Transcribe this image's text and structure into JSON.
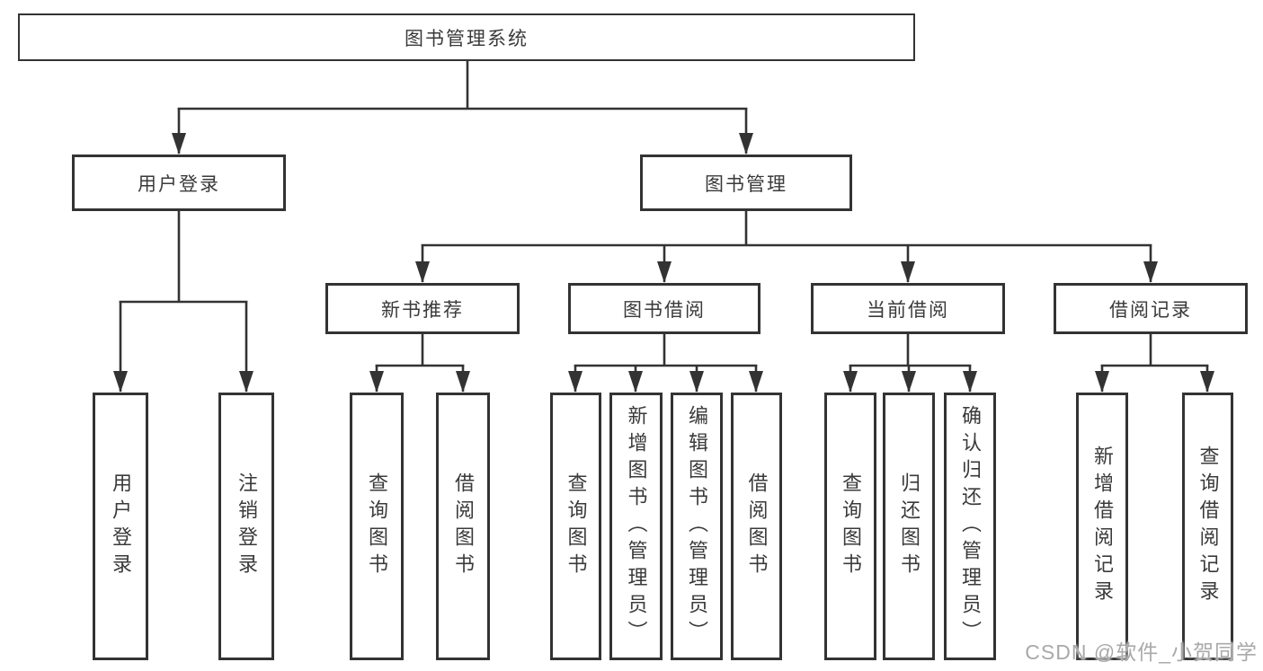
{
  "diagram": {
    "watermark": "CSDN @软件_小贺同学",
    "colors": {
      "line": "#333333",
      "box_border": "#333333",
      "box_background": "#ffffff",
      "text": "#3a3a3a",
      "watermark_text": "#a9a9a9"
    },
    "tree": {
      "label": "图书管理系统",
      "children": [
        {
          "label": "用户登录",
          "children": [
            {
              "label": "用户登录"
            },
            {
              "label": "注销登录"
            }
          ]
        },
        {
          "label": "图书管理",
          "children": [
            {
              "label": "新书推荐",
              "children": [
                {
                  "label": "查询图书"
                },
                {
                  "label": "借阅图书"
                }
              ]
            },
            {
              "label": "图书借阅",
              "children": [
                {
                  "label": "查询图书"
                },
                {
                  "label": "新增图书（管理员）"
                },
                {
                  "label": "编辑图书（管理员）"
                },
                {
                  "label": "借阅图书"
                }
              ]
            },
            {
              "label": "当前借阅",
              "children": [
                {
                  "label": "查询图书"
                },
                {
                  "label": "归还图书"
                },
                {
                  "label": "确认归还（管理员）"
                }
              ]
            },
            {
              "label": "借阅记录",
              "children": [
                {
                  "label": "新增借阅记录"
                },
                {
                  "label": "查询借阅记录"
                }
              ]
            }
          ]
        }
      ]
    }
  }
}
